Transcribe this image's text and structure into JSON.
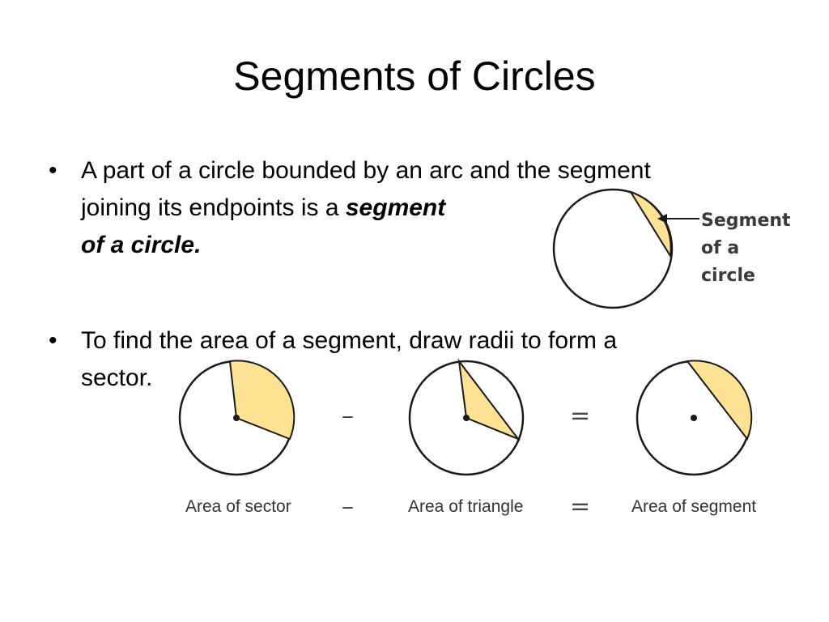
{
  "slide": {
    "title": "Segments of Circles",
    "bullet_char": "•",
    "bullets": [
      {
        "line1": "A part of a circle bounded by an arc and the segment",
        "line2_prefix": "joining its endpoints is a ",
        "line2_emph": "segment",
        "line3_emph": "of a circle."
      },
      {
        "line1": "To find the area of a segment, draw radii to form a",
        "line2": "sector."
      }
    ]
  },
  "callout_figure": {
    "label_lines": [
      "Segment",
      "of a",
      "circle"
    ]
  },
  "equation_figure": {
    "minus_symbol": "–",
    "equals_symbol": "=",
    "labels": [
      "Area of sector",
      "Area of triangle",
      "Area of segment"
    ]
  },
  "colors": {
    "fill": "#fde293",
    "stroke": "#1a1a1a",
    "text": "#000000",
    "label": "#333333"
  }
}
